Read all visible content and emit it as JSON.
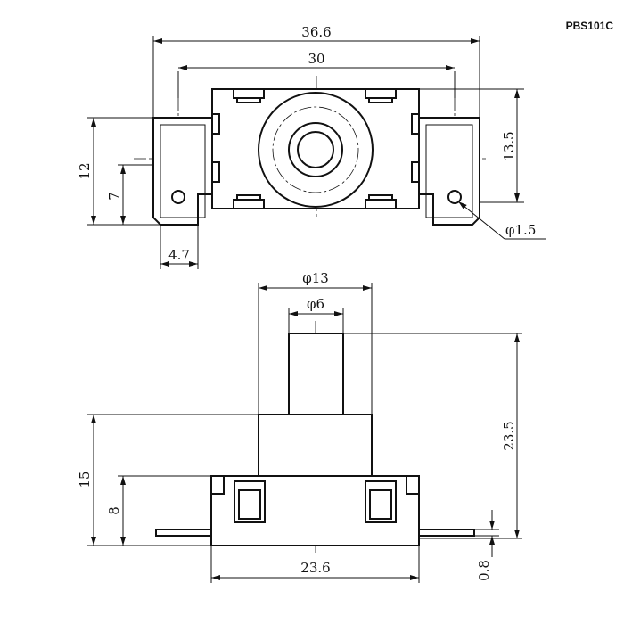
{
  "part_code": "PBS101C",
  "top_view": {
    "width_overall": "36.6",
    "pin_spacing": "30",
    "height_body": "13.5",
    "height_overall": "12",
    "hole_offset": "7",
    "terminal_width": "4.7",
    "hole_diameter": "φ1.5"
  },
  "side_view": {
    "cap_diameter": "φ13",
    "shaft_diameter": "φ6",
    "total_height": "23.5",
    "cap_height": "15",
    "base_height": "8",
    "base_width": "23.6",
    "terminal_thickness": "0.8"
  }
}
